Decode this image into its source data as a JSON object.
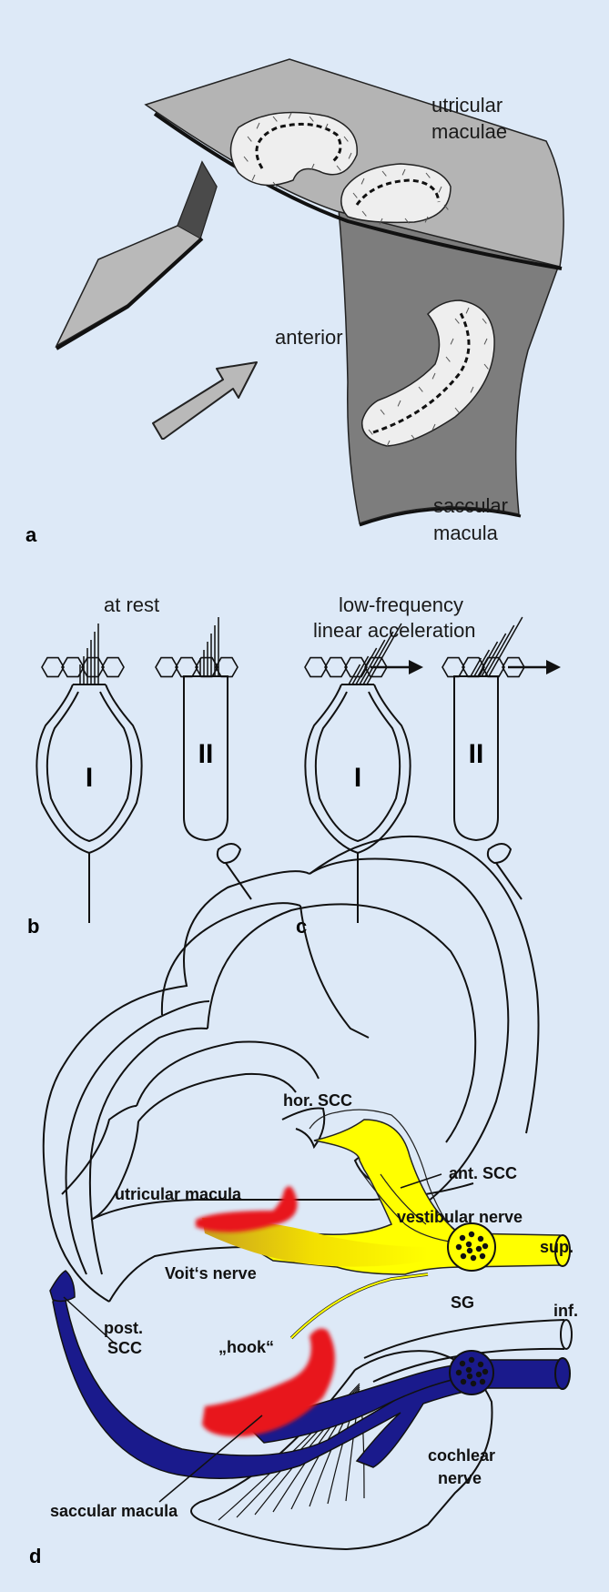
{
  "colors": {
    "background": "#dde9f7",
    "macula_plane_light": "#b3b3b3",
    "macula_plane_dark": "#7b7b7b",
    "superior_nerve": "#ffff00",
    "inferior_nerve": "#1a1a8c",
    "macula_highlight": "#e8141c"
  },
  "panel_a": {
    "label": "a",
    "utricular": "utricular\nmaculae",
    "anterior": "anterior",
    "saccular": "saccular\nmacula",
    "arrow_icon": "arrow-icon"
  },
  "panel_b": {
    "label": "b",
    "title": "at rest",
    "type1": "I",
    "type2": "II"
  },
  "panel_c": {
    "label": "c",
    "title": "low-frequency\nlinear acceleration",
    "type1": "I",
    "type2": "II"
  },
  "panel_d": {
    "label": "d",
    "hor_scc": "hor. SCC",
    "ant_scc": "ant. SCC",
    "utricular_macula": "utricular macula",
    "vestibular_nerve": "vestibular nerve",
    "sup": "sup.",
    "voit": "Voit‘s nerve",
    "sg": "SG",
    "inf": "inf.",
    "post_scc": "post.\nSCC",
    "hook": "„hook“",
    "saccular_macula": "saccular macula",
    "cochlear": "cochlear\nnerve"
  }
}
